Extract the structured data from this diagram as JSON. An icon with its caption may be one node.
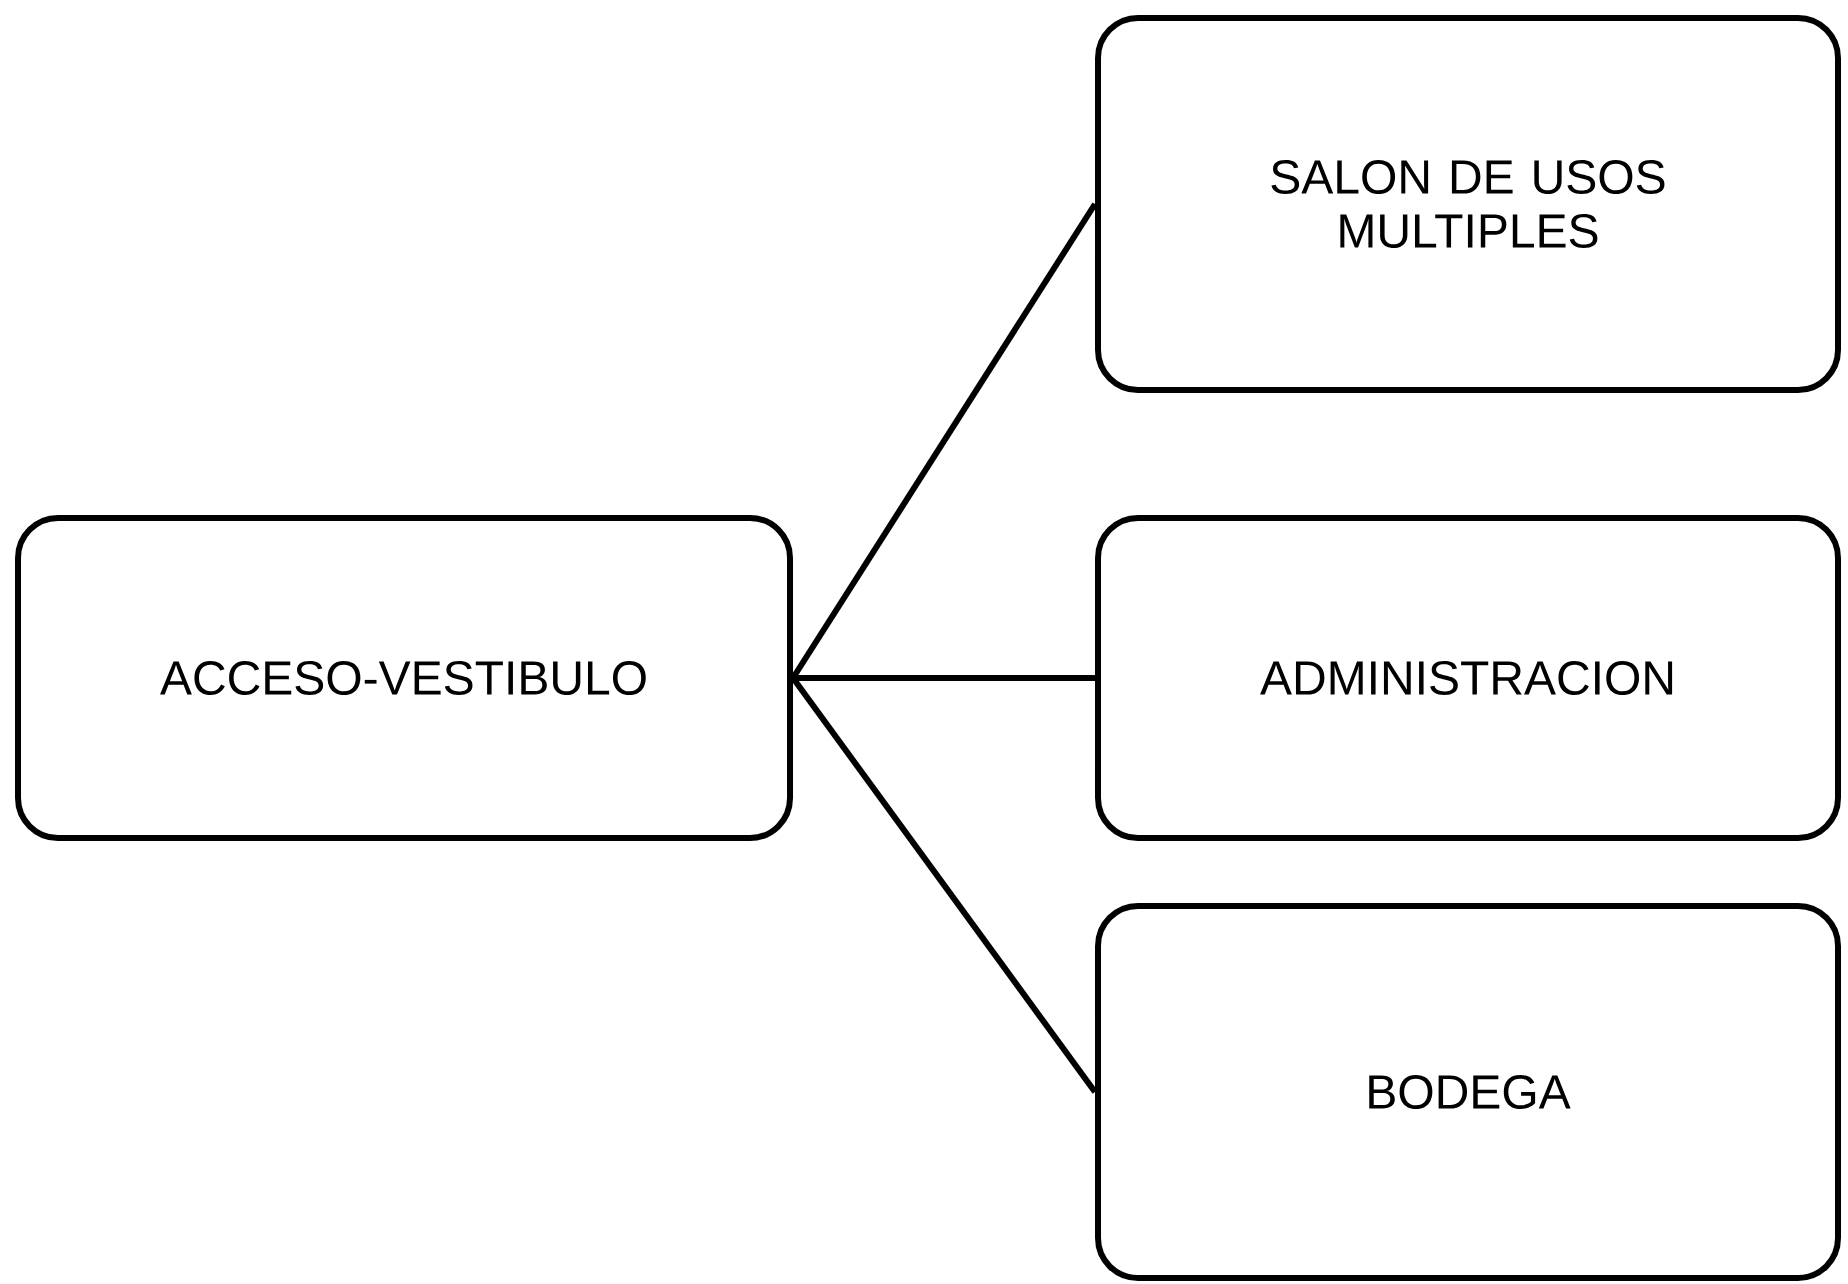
{
  "diagram": {
    "nodes": [
      {
        "text": [
          "ACCESO-VESTIBULO"
        ]
      },
      {
        "text": [
          "SALON DE USOS MULTIPLES"
        ]
      },
      {
        "text": [
          "ADMINISTRACION"
        ]
      },
      {
        "text": [
          "BODEGA"
        ]
      }
    ],
    "edges": [
      {
        "from": 0,
        "to": 1,
        "arrow": "none"
      },
      {
        "from": 0,
        "to": 2,
        "arrow": "none"
      },
      {
        "from": 0,
        "to": 3,
        "arrow": "none"
      }
    ]
  }
}
